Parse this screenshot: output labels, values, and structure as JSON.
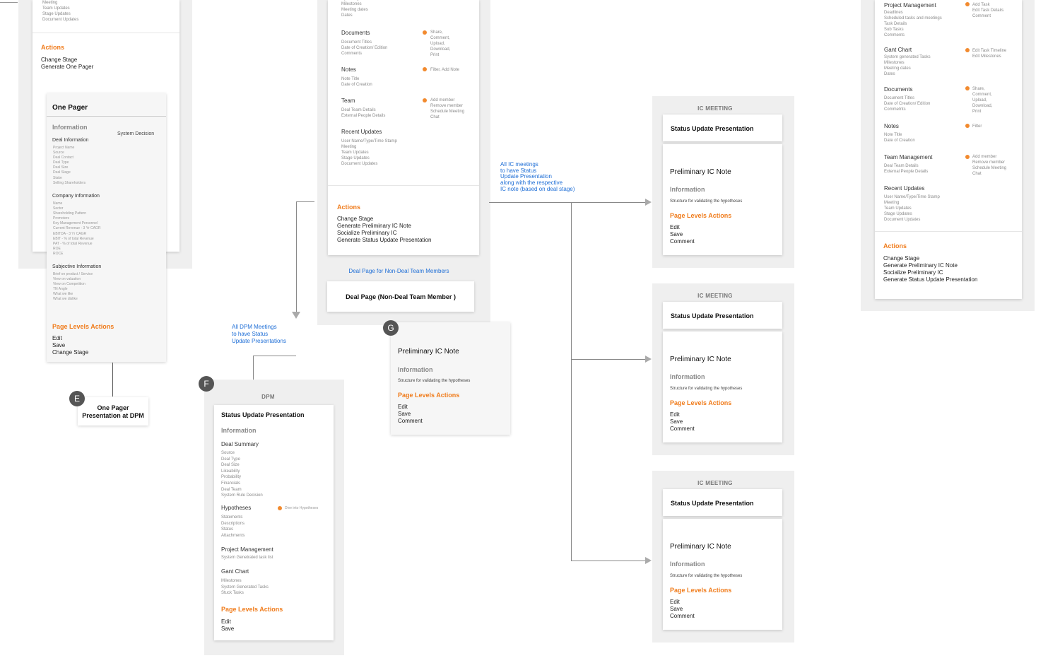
{
  "left_page": {
    "top_list": "Meeting\nTeam Updates\nStage Updates\nDocument Updates",
    "actions_title": "Actions",
    "actions": "Change Stage\nGenerate One Pager"
  },
  "one_pager": {
    "title": "One Pager",
    "information": "Information",
    "system_decision": "System Decision",
    "deal_info_title": "Deal Information",
    "deal_info_items": "Project Name\nSource\nDeal Contact\nDeal Type\nDeal Size\nDeal Stage\nStake\nSelling Shareholders",
    "company_info_title": "Company Information",
    "company_info_items": "Name\nSector\nShareholding Pattern\nPromoters\nKey Management Personnel\nCurrent Revenue - 3 Yr CAGR\nEBITDA - 3 Yr CAGR\nEBIT - % of total Revenue\nPAT - % of total Revenue\nROE\nROCE",
    "subjective_title": "Subjective Information",
    "subjective_items": "Brief on product / Service\nView on valuation\nView on Competition\nTN Angle\nWhat we like\nWhat we dislike",
    "page_actions_title": "Page Levels Actions",
    "page_actions": "Edit\nSave\nChange Stage"
  },
  "badge_e": {
    "letter": "E",
    "label": "One Pager\nPresentation at DPM"
  },
  "middle_page": {
    "top_list": "System generated Tasks\nMilestones\nMeeting dates\nDates",
    "documents_title": "Documents",
    "documents_items": "Document Titles\nDate of Creation/ Edition\nComments",
    "documents_actions": "Share,\nComment,\nUpload,\nDownload,\nPrint",
    "notes_title": "Notes",
    "notes_items": "Note Title\nDate of Creation",
    "notes_actions": "Filter, Add  Note",
    "team_title": "Team",
    "team_items": "Deal Team Details\nExternal People Details",
    "team_actions": "Add member\nRemove member\nSchedule Meeting\nChat",
    "recent_title": "Recent Updates",
    "recent_items": "User Name/Type/Time Stamp\nMeeting\nTeam Updates\nStage Updates\nDocument Updates",
    "actions_title": "Actions",
    "actions": "Change Stage\nGenerate Preliminary IC Note\nSocialize Preliminary IC\nGenerate Status Update Presentation",
    "non_deal_caption": "Deal Page for Non-Deal Team Members",
    "non_deal_card": "Deal Page (Non-Deal Team Member )"
  },
  "dpm_annotation": "All DPM Meetings\nto have Status\nUpdate Presentations",
  "dpm": {
    "badge": "F",
    "label": "DPM",
    "title": "Status Update Presentation",
    "information": "Information",
    "deal_summary_title": "Deal Summary",
    "deal_summary_items": "Source\nDeal Type\nDeal Size\nLikeability\nProbability\nFinancials\nDeal Team\nSystem Rule Decision",
    "hypotheses_title": "Hypotheses",
    "hypotheses_action": "Dive into Hypotheses",
    "hypotheses_items": "Statements\nDescriptions\nStatus\nAttachments",
    "pm_title": "Project Management",
    "pm_items": "System Genetrated task list",
    "gant_title": "Gant Chart",
    "gant_items": "Milestones\nSystem Generated Tasks\nStuck Tasks",
    "page_actions_title": "Page Levels Actions",
    "page_actions": "Edit\nSave"
  },
  "prelim_g": {
    "badge": "G",
    "title": "Preliminary IC Note",
    "information": "Information",
    "structure": "Structure for validating the hypotheses",
    "page_actions_title": "Page Levels Actions",
    "page_actions": "Edit\nSave\nComment"
  },
  "ic_annotation": "All IC meetings\nto have Status\nUpdate Presentation\nalong with the respective\nIC note (based on deal stage)",
  "ic_meeting": {
    "label": "IC MEETING",
    "status_title": "Status Update Presentation",
    "prelim_title": "Preliminary IC Note",
    "information": "Information",
    "structure": "Structure for validating the hypotheses",
    "page_actions_title": "Page Levels Actions",
    "page_actions": "Edit\nSave\nComment"
  },
  "right_page": {
    "pm_title": "Project Management",
    "pm_items": "Deadlines\nScheduled tasks and meetings\nTask Details\nSub Tasks\nComments",
    "pm_actions": "Add Task\nEdit Task Details\nComment",
    "gant_title": "Gant Chart",
    "gant_items": "System generated Tasks\nMilestones\nMeeting dates\nDates",
    "gant_actions": "Edit Task Timeline\nEdit Milestones",
    "documents_title": "Documents",
    "documents_items": "Document Titles\nDate of Creation/ Edition\nCommetnts",
    "documents_actions": "Share,\nComment,\nUpload,\nDownload,\nPrint",
    "notes_title": "Notes",
    "notes_items": "Note Title\nDate of Creation",
    "notes_actions": "Filter",
    "team_title": "Team Management",
    "team_items": "Deal Team Details\nExternal People Details",
    "team_actions": "Add member\nRemove member\nSchedule Meeting\nChat",
    "recent_title": "Recent Updates",
    "recent_items": "User Name/Type/Time Stamp\nMeeting\nTeam Updates\nStage Updates\nDocument Updates",
    "actions_title": "Actions",
    "actions": "Change Stage\nGenerate Preliminary IC Note\nSocialize Preliminary IC\nGenerate Status Update Presentation"
  }
}
